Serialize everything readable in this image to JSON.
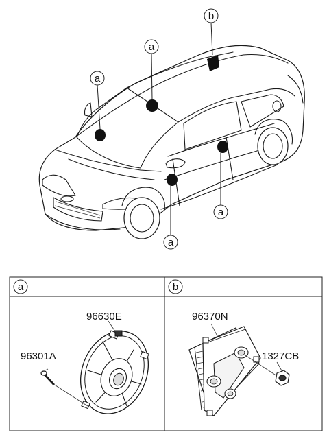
{
  "callouts": {
    "a": "a",
    "b": "b"
  },
  "parts_table": {
    "sections": [
      {
        "key": "a",
        "label": "a",
        "parts": [
          "96630E",
          "96301A"
        ]
      },
      {
        "key": "b",
        "label": "b",
        "parts": [
          "96370N",
          "1327CB"
        ]
      }
    ]
  }
}
